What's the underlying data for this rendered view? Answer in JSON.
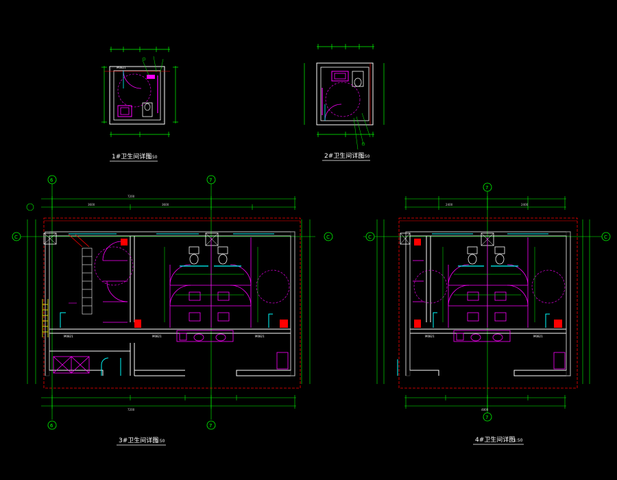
{
  "colors": {
    "background": "#000000",
    "wall": "#ffffff",
    "fixture": "#ff00ff",
    "dimension": "#00ff00",
    "boundary": "#ff0000",
    "accent": "#00ffff",
    "swing": "#ff00ff",
    "annotation": "#ffff00"
  },
  "plans": [
    {
      "id": "plan1",
      "title": "1#卫生间详图",
      "scale": "1:50"
    },
    {
      "id": "plan2",
      "title": "2#卫生间详图",
      "scale": "1:50"
    },
    {
      "id": "plan3",
      "title": "3#卫生间详图",
      "scale": "1:50"
    },
    {
      "id": "plan4",
      "title": "4#卫生间详图",
      "scale": "1:50"
    }
  ],
  "grid_labels": {
    "p3_left": "6",
    "p3_right": "7",
    "p3_row": "C",
    "p4_col": "7",
    "p4_row": "C"
  },
  "door_tags": {
    "p1": "M0821",
    "p3_a": "M0821",
    "p3_b": "M0821",
    "p3_c": "M0821",
    "p4_a": "M0821",
    "p4_b": "M0821"
  },
  "dimensions": {
    "p3_total": "7200",
    "p4_total": "4800",
    "p3_seg_a": "3600",
    "p3_seg_b": "3600",
    "p4_seg_a": "2400",
    "p4_seg_b": "2400"
  }
}
